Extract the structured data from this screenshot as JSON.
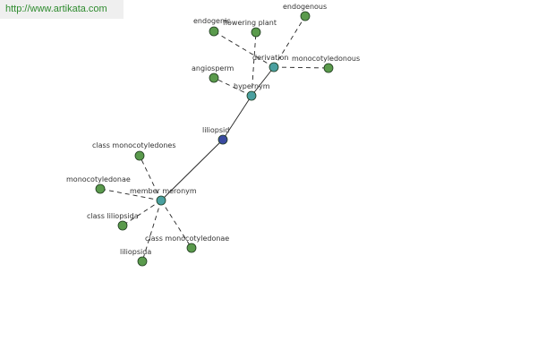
{
  "watermark": "http://www.artikata.com",
  "colors": {
    "leaf": "#5a9a4c",
    "relation": "#4aa0a0",
    "root": "#3a4aa0",
    "stroke": "#1e3a1e"
  },
  "nodes": [
    {
      "id": "liliopsid",
      "label": "liliopsid",
      "kind": "root"
    },
    {
      "id": "hypernym",
      "label": "hypernym",
      "kind": "relation"
    },
    {
      "id": "derivation",
      "label": "derivation",
      "kind": "relation"
    },
    {
      "id": "member-meronym",
      "label": "member meronym",
      "kind": "relation"
    },
    {
      "id": "endogenous",
      "label": "endogenous",
      "kind": "leaf"
    },
    {
      "id": "endogenic",
      "label": "endogenic",
      "kind": "leaf"
    },
    {
      "id": "flowering-plant",
      "label": "flowering plant",
      "kind": "leaf"
    },
    {
      "id": "monocotyledonous",
      "label": "monocotyledonous",
      "kind": "leaf"
    },
    {
      "id": "angiosperm",
      "label": "angiosperm",
      "kind": "leaf"
    },
    {
      "id": "class-monocotyledones",
      "label": "class monocotyledones",
      "kind": "leaf"
    },
    {
      "id": "monocotyledonae",
      "label": "monocotyledonae",
      "kind": "leaf"
    },
    {
      "id": "class-liliopsida",
      "label": "class liliopsida",
      "kind": "leaf"
    },
    {
      "id": "class-monocotyledonae",
      "label": "class monocotyledonae",
      "kind": "leaf"
    },
    {
      "id": "liliopsida",
      "label": "liliopsida",
      "kind": "leaf"
    }
  ],
  "edges": [
    {
      "from": "liliopsid",
      "to": "hypernym",
      "style": "solid"
    },
    {
      "from": "hypernym",
      "to": "derivation",
      "style": "solid"
    },
    {
      "from": "liliopsid",
      "to": "member-meronym",
      "style": "solid"
    },
    {
      "from": "hypernym",
      "to": "angiosperm",
      "style": "dashed"
    },
    {
      "from": "hypernym",
      "to": "flowering-plant",
      "style": "dashed"
    },
    {
      "from": "derivation",
      "to": "endogenous",
      "style": "dashed"
    },
    {
      "from": "derivation",
      "to": "endogenic",
      "style": "dashed"
    },
    {
      "from": "derivation",
      "to": "monocotyledonous",
      "style": "dashed"
    },
    {
      "from": "member-meronym",
      "to": "class-monocotyledones",
      "style": "dashed"
    },
    {
      "from": "member-meronym",
      "to": "monocotyledonae",
      "style": "dashed"
    },
    {
      "from": "member-meronym",
      "to": "class-liliopsida",
      "style": "dashed"
    },
    {
      "from": "member-meronym",
      "to": "class-monocotyledonae",
      "style": "dashed"
    },
    {
      "from": "member-meronym",
      "to": "liliopsida",
      "style": "dashed"
    }
  ]
}
